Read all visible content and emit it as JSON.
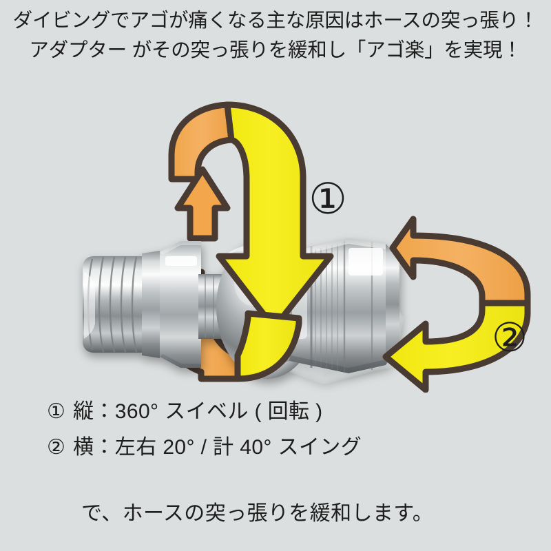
{
  "background_color": "#dcdfdf",
  "text_color": "#1d1d1d",
  "header": {
    "line1": "ダイビングでアゴが痛くなる主な原因はホースの突っ張り！",
    "line2": "アダプター がその突っ張りを緩和し「アゴ楽」を実現！"
  },
  "illustration": {
    "callout_1_label": "①",
    "callout_2_label": "②",
    "colors": {
      "arrow_yellow": "#f5ec14",
      "arrow_orange": "#f2a94e",
      "arrow_outline": "#493a32",
      "metal_light": "#f2f3f3",
      "metal_mid": "#b9bcbe",
      "metal_dark": "#6f7477",
      "ghost": "#c9cccd"
    },
    "parts": {
      "thread": "threaded-male-fitting",
      "hex_nut": "hex-nut",
      "swivel_ball": "swivel-ball-joint",
      "barrel": "knurled-barrel",
      "ghost_overlay": "swung-position-ghost"
    }
  },
  "specs": {
    "item1_marker": "①",
    "item1_text": "縦：360° スイベル ( 回転 )",
    "item2_marker": "②",
    "item2_text": "横：左右 20° / 計 40° スイング",
    "closing_text": "で、ホースの突っ張りを緩和します。"
  }
}
